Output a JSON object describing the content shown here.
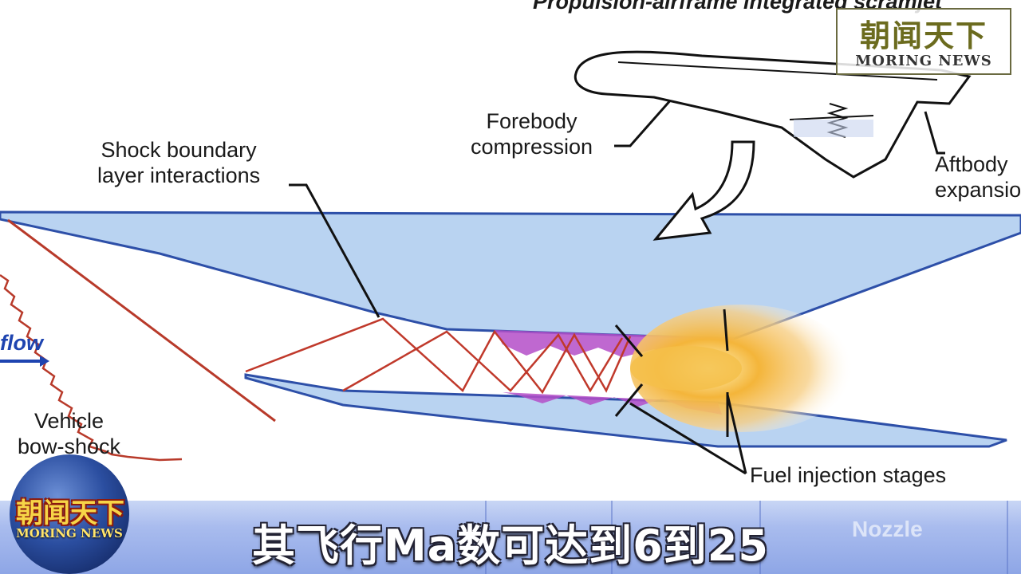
{
  "diagram": {
    "header_partial": "Propulsion-airframe integrated scramjet",
    "labels": {
      "forebody": "Forebody\ncompression",
      "shock": "Shock boundary\nlayer interactions",
      "aftbody": "Aftbody\nexpansion",
      "flow": "flow",
      "bow_shock": "Vehicle\nbow-shock",
      "fuel": "Fuel injection stages",
      "nozzle": "Nozzle"
    },
    "colors": {
      "body_fill": "#b9d3f1",
      "outline": "#2d4fa8",
      "shock_lines": "#c0392b",
      "boundary_layer": "#b44dc8",
      "exhaust": "#f0a020"
    }
  },
  "watermark_top": {
    "cn": "朝闻天下",
    "en": "MORING NEWS"
  },
  "watermark_globe": {
    "cn": "朝闻天下",
    "en": "MORING NEWS"
  },
  "caption": {
    "text": "其飞行Ma数可达到6到25"
  }
}
